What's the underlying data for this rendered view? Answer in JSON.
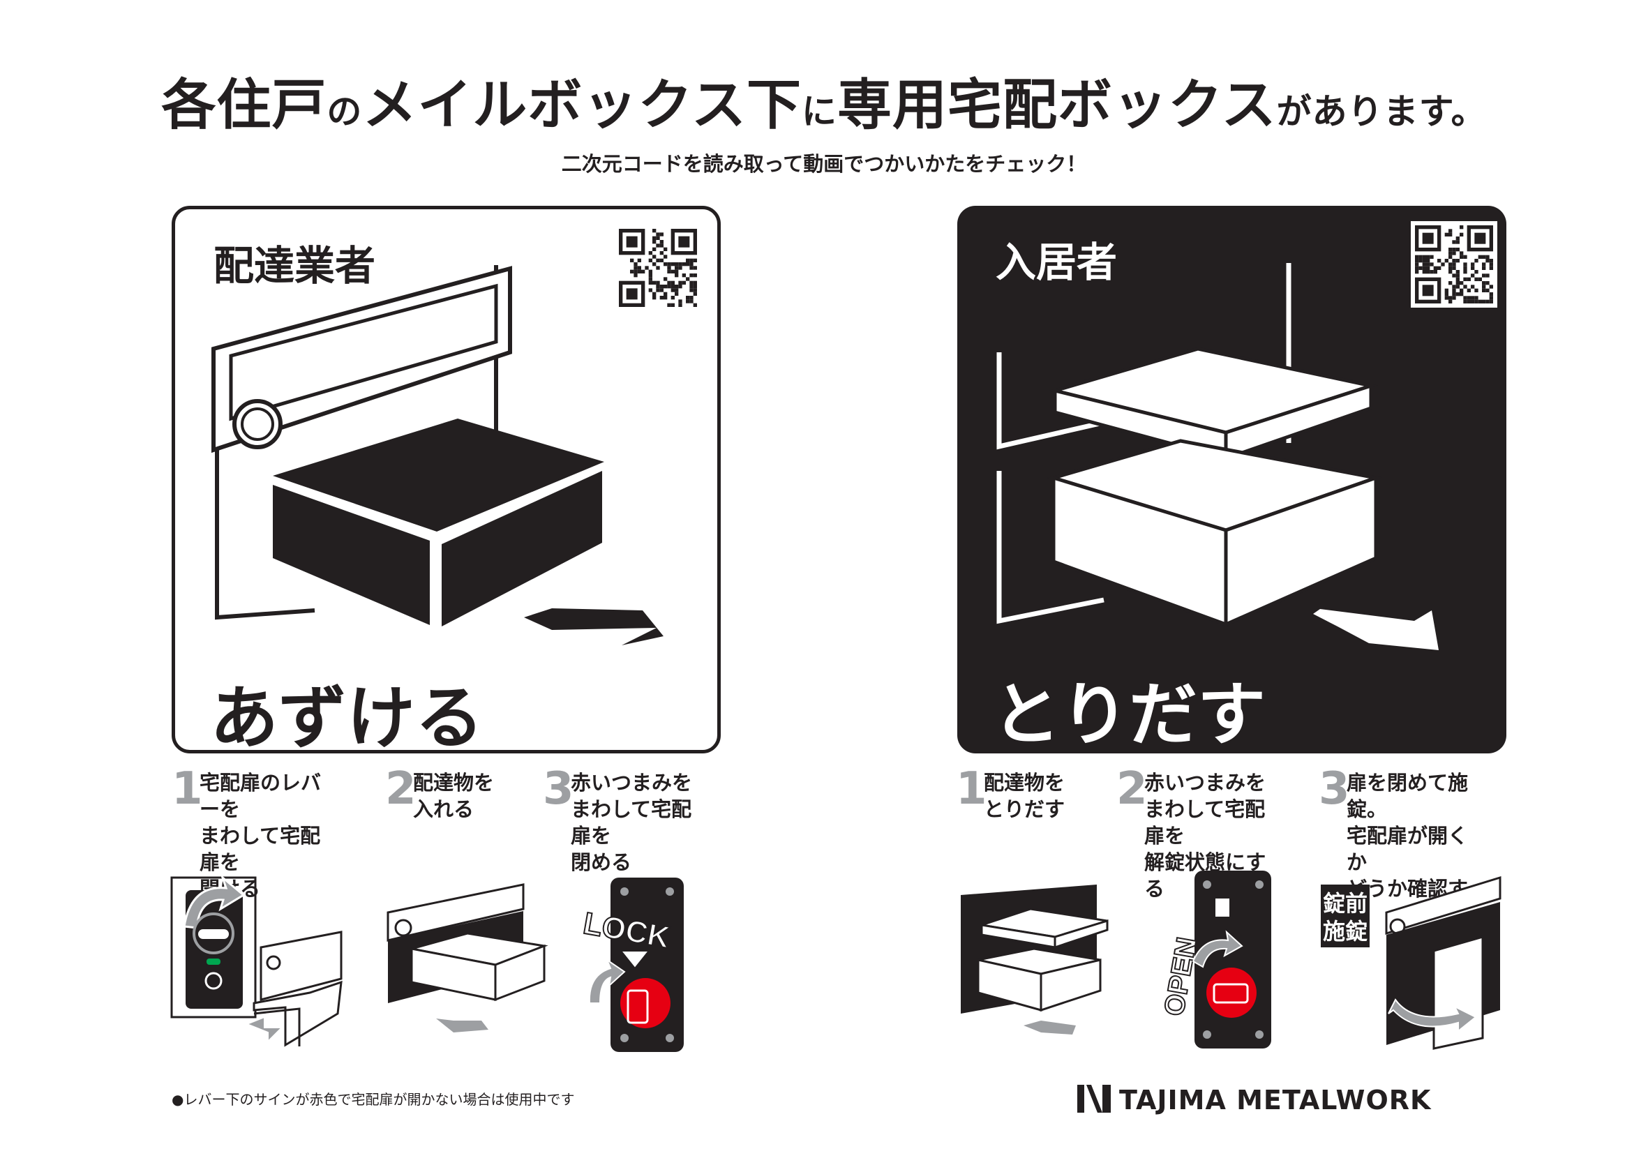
{
  "title": {
    "part1": "各住戸",
    "part2": "の",
    "part3": "メイルボックス下",
    "part4": "に",
    "part5": "専用宅配ボックス",
    "part6": "があります。"
  },
  "subtitle": "二次元コードを読み取って動画でつかいかたをチェック！",
  "deliverer": {
    "label": "配達業者",
    "action": "あずける",
    "steps": [
      {
        "num": "1",
        "text": "宅配扉のレバーを\nまわして宅配扉を\n開ける"
      },
      {
        "num": "2",
        "text": "配達物を\n入れる"
      },
      {
        "num": "3",
        "text": "赤いつまみを\nまわして宅配扉を\n閉める"
      }
    ],
    "lock_label": "LOCK"
  },
  "resident": {
    "label": "入居者",
    "action": "とりだす",
    "steps": [
      {
        "num": "1",
        "text": "配達物を\nとりだす"
      },
      {
        "num": "2",
        "text": "赤いつまみを\nまわして宅配扉を\n解錠状態にする"
      },
      {
        "num": "3",
        "text": "扉を閉めて施錠。\n宅配扉が開くか\nどうか確認する"
      }
    ],
    "open_label": "OPEN",
    "badge_line1": "錠前",
    "badge_line2": "施錠"
  },
  "footnote": "●レバー下のサインが赤色で宅配扉が開かない場合は使用中です",
  "brand": "TAJIMA METALWORK",
  "colors": {
    "ink": "#231f20",
    "gray": "#9d9fa2",
    "red": "#e60012",
    "green": "#00a650"
  }
}
